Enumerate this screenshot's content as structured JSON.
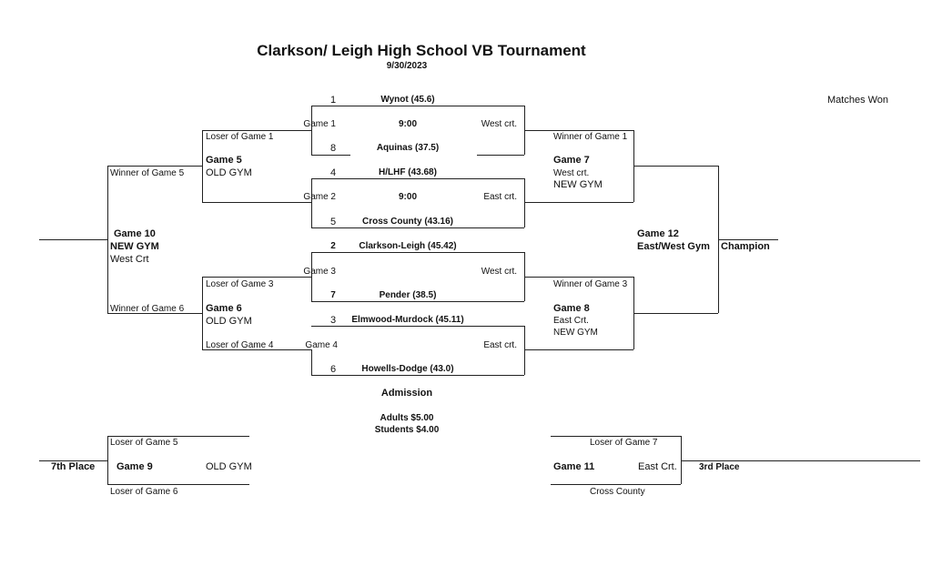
{
  "header": {
    "title": "Clarkson/ Leigh High School VB Tournament",
    "date": "9/30/2023",
    "matches_won": "Matches Won"
  },
  "game1": {
    "seed_top": "1",
    "team_top": "Wynot (45.6)",
    "label": "Game 1",
    "time": "9:00",
    "court": "West crt.",
    "seed_bottom": "8",
    "team_bottom": "Aquinas (37.5)"
  },
  "game2": {
    "seed_top": "4",
    "team_top": "H/LHF (43.68)",
    "label": "Game 2",
    "time": "9:00",
    "court": "East crt.",
    "seed_bottom": "5",
    "team_bottom": "Cross County (43.16)"
  },
  "game3": {
    "seed_top": "2",
    "team_top": "Clarkson-Leigh (45.42)",
    "label": "Game 3",
    "court": "West crt.",
    "seed_bottom": "7",
    "team_bottom": "Pender (38.5)"
  },
  "game4": {
    "seed_top": "3",
    "team_top": "Elmwood-Murdock (45.11)",
    "label": "Game 4",
    "court": "East crt.",
    "seed_bottom": "6",
    "team_bottom": "Howells-Dodge (43.0)"
  },
  "game5": {
    "top": "Loser of Game 1",
    "label": "Game 5",
    "venue": "OLD GYM"
  },
  "game6": {
    "top": "Loser of Game 3",
    "label": "Game 6",
    "venue": "OLD GYM",
    "bottom": "Loser of Game 4"
  },
  "game7": {
    "top": "Winner of Game 1",
    "label": "Game 7",
    "court": "West crt.",
    "venue": "NEW GYM"
  },
  "game8": {
    "top": "Winner of  Game 3",
    "label": "Game 8",
    "court": "East Crt.",
    "venue": "NEW GYM"
  },
  "game10": {
    "top": "Winner of Game 5",
    "label": "Game 10",
    "venue": "NEW GYM",
    "court": "West Crt",
    "bottom": "Winner of Game 6"
  },
  "game12": {
    "label": "Game 12",
    "venue": "East/West Gym",
    "result": "Champion"
  },
  "admission": {
    "title": "Admission",
    "adults": "Adults $5.00",
    "students": "Students $4.00"
  },
  "game9": {
    "top": "Loser of Game 5",
    "label": "Game 9",
    "venue": "OLD GYM",
    "bottom": "Loser of Game 6",
    "result": "7th Place"
  },
  "game11": {
    "top": "Loser of Game 7",
    "label": "Game 11",
    "court": "East Crt.",
    "bottom": "Cross County",
    "result": "3rd Place"
  }
}
